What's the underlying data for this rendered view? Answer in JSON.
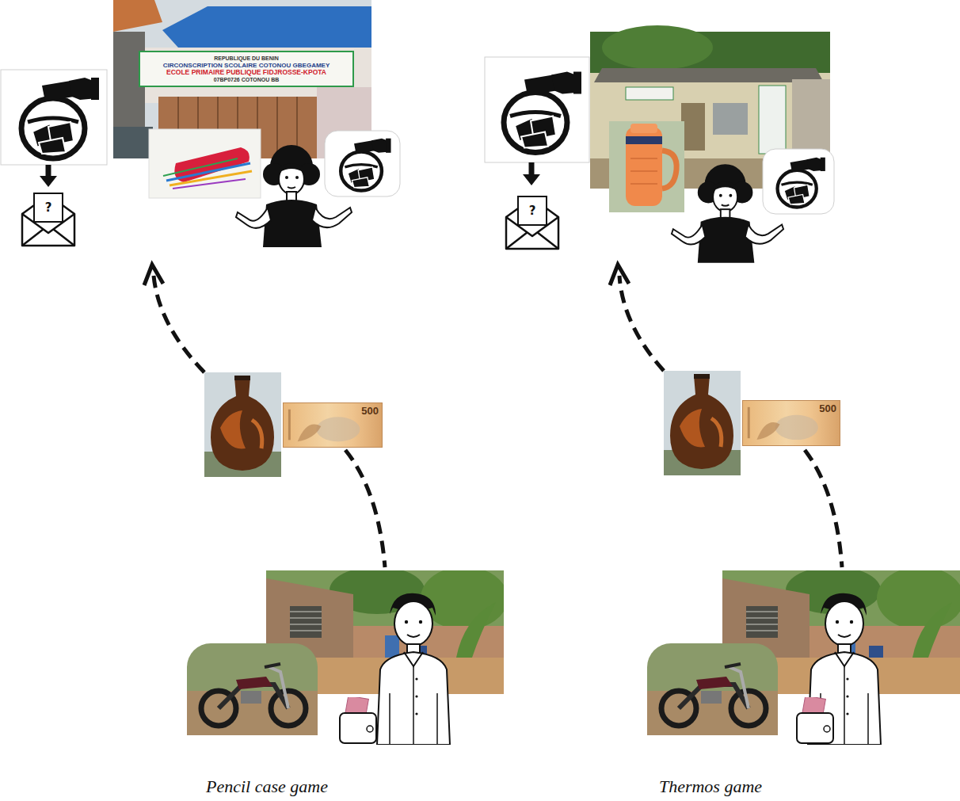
{
  "diagram": {
    "nodes": [
      {
        "text": [
          "REPUBLIQUE DU BENIN",
          "CIRCONSCRIPTION SCOLAIRE COTONOU GBEGAMEY",
          "ECOLE PRIMAIRE PUBLIQUE FIDJROSSE-KPOTA",
          "07BP0726 COTONOU BB"
        ]
      },
      {
        "text": [
          "?"
        ]
      },
      {
        "text": [
          "500"
        ]
      },
      {
        "text": [
          "?"
        ]
      },
      {
        "text": [
          "500"
        ]
      }
    ],
    "labels": [
      "Pencil case game",
      "Thermos game"
    ]
  }
}
